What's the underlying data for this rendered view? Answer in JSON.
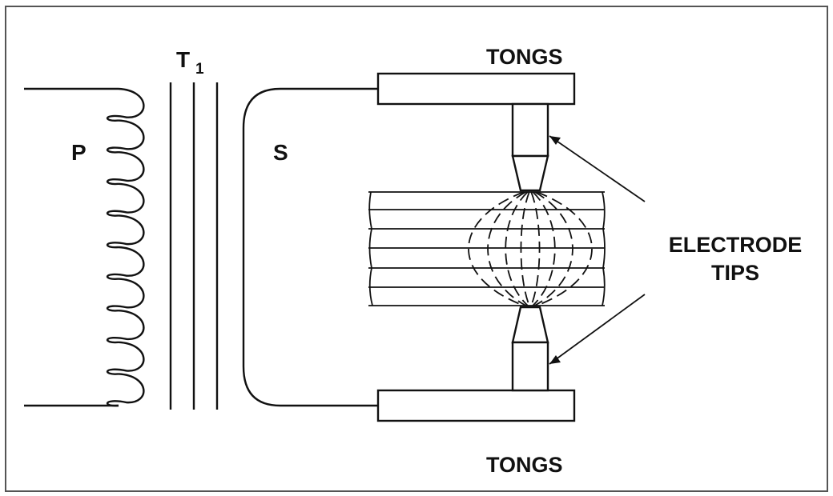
{
  "labels": {
    "transformer_label": "T",
    "transformer_subscript": "1",
    "primary_label": "P",
    "secondary_label": "S",
    "tongs_top": "TONGS",
    "tongs_bottom": "TONGS",
    "electrode_tips_line1": "ELECTRODE",
    "electrode_tips_line2": "TIPS"
  },
  "colors": {
    "line": "#111111",
    "background": "#ffffff"
  }
}
